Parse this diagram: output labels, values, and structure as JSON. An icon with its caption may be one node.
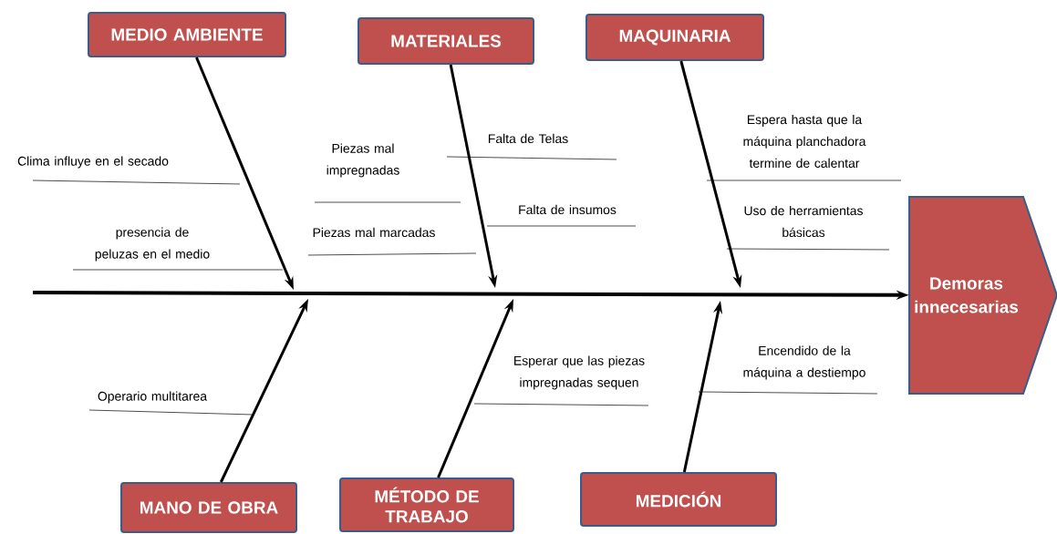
{
  "diagram": {
    "nodes": [
      {
        "text": [
          "MEDIO AMBIENTE"
        ]
      },
      {
        "text": [
          "MATERIALES"
        ]
      },
      {
        "text": [
          "MAQUINARIA"
        ]
      },
      {
        "text": [
          "MANO DE OBRA"
        ]
      },
      {
        "text": [
          "MÉTODO DE TRABAJO"
        ]
      },
      {
        "text": [
          "MEDICIÓN"
        ]
      },
      {
        "text": [
          "Demoras innecesarias"
        ]
      }
    ],
    "edges": [
      {
        "from": null,
        "to": 6,
        "arrow": "to"
      },
      {
        "from": 0,
        "to": null,
        "arrow": "to"
      },
      {
        "from": 1,
        "to": null,
        "arrow": "to"
      },
      {
        "from": 2,
        "to": null,
        "arrow": "to"
      },
      {
        "from": 3,
        "to": null,
        "arrow": "to"
      },
      {
        "from": 4,
        "to": null,
        "arrow": "to"
      },
      {
        "from": 5,
        "to": null,
        "arrow": "to"
      }
    ],
    "labels": [
      "Clima influye en el secado",
      "presencia de peluzas en el medio",
      "Piezas mal impregnadas",
      "Piezas mal marcadas",
      "Falta de Telas",
      "Falta de insumos",
      "Espera hasta que la máquina planchadora termine de calentar",
      "Uso de herramientas básicas",
      "Operario multitarea",
      "Esperar que las piezas impregnadas sequen",
      "Encendido de la máquina a destiempo"
    ]
  }
}
